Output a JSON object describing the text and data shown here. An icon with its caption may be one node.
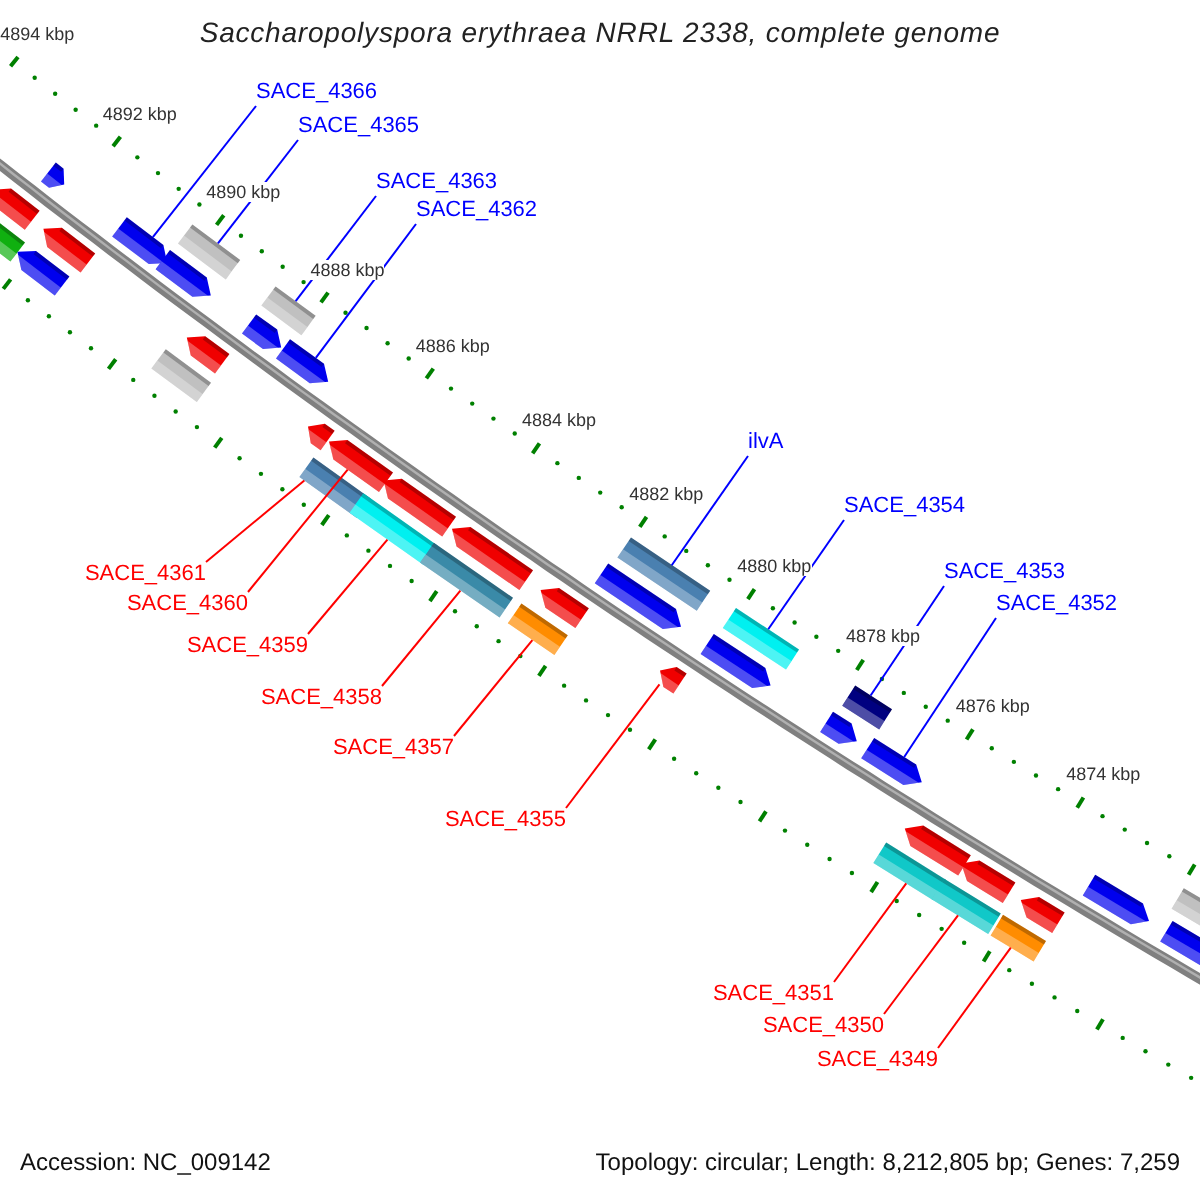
{
  "diagram": {
    "title": "Saccharopolyspora erythraea NRRL 2338, complete genome",
    "nodes": [
      {
        "text": [
          "SACE_4366"
        ]
      },
      {
        "text": [
          "SACE_4365"
        ]
      },
      {
        "text": [
          "SACE_4363"
        ]
      },
      {
        "text": [
          "SACE_4362"
        ]
      },
      {
        "text": [
          "ilvA"
        ]
      },
      {
        "text": [
          "SACE_4354"
        ]
      },
      {
        "text": [
          "SACE_4353"
        ]
      },
      {
        "text": [
          "SACE_4361"
        ]
      },
      {
        "text": [
          "SACE_4352"
        ]
      },
      {
        "text": [
          "SACE_4360"
        ]
      },
      {
        "text": [
          "SACE_4359"
        ]
      },
      {
        "text": [
          "SACE_4358"
        ]
      },
      {
        "text": [
          "SACE_4357"
        ]
      },
      {
        "text": [
          "SACE_4355"
        ]
      },
      {
        "text": [
          "SACE_4351"
        ]
      },
      {
        "text": [
          "SACE_4350"
        ]
      },
      {
        "text": [
          "SACE_4349"
        ]
      },
      {
        "text": [],
        "shape": "bar"
      },
      {
        "text": [],
        "shape": "pentagon"
      },
      {
        "text": [],
        "shape": "pentagon"
      },
      {
        "text": [],
        "shape": "pentagon"
      },
      {
        "text": [],
        "shape": "pentagon"
      },
      {
        "text": [],
        "shape": "pentagon"
      },
      {
        "text": [],
        "shape": "bar"
      },
      {
        "text": [],
        "shape": "pentagon"
      },
      {
        "text": [],
        "shape": "pentagon"
      },
      {
        "text": [],
        "shape": "bar"
      },
      {
        "text": [],
        "shape": "pentagon"
      },
      {
        "text": [],
        "shape": "bar"
      },
      {
        "text": [],
        "shape": "pentagon"
      },
      {
        "text": [],
        "shape": "pentagon"
      },
      {
        "text": [],
        "shape": "bar"
      },
      {
        "text": [],
        "shape": "pentagon"
      },
      {
        "text": [],
        "shape": "bar"
      },
      {
        "text": [],
        "shape": "pentagon"
      },
      {
        "text": [],
        "shape": "bar"
      },
      {
        "text": [],
        "shape": "pentagon"
      },
      {
        "text": [],
        "shape": "bar"
      },
      {
        "text": [],
        "shape": "pentagon"
      },
      {
        "text": [],
        "shape": "pentagon"
      },
      {
        "text": [],
        "shape": "bar"
      },
      {
        "text": [],
        "shape": "pentagon"
      },
      {
        "text": [],
        "shape": "pentagon"
      },
      {
        "text": [],
        "shape": "bar"
      },
      {
        "text": [],
        "shape": "pentagon"
      },
      {
        "text": [],
        "shape": "bar"
      },
      {
        "text": [],
        "shape": "pentagon"
      },
      {
        "text": [],
        "shape": "bar"
      },
      {
        "text": [],
        "shape": "pentagon"
      },
      {
        "text": [],
        "shape": "bar"
      },
      {
        "text": [],
        "shape": "pentagon"
      },
      {
        "text": [],
        "shape": "bar"
      },
      {
        "text": [],
        "shape": "pentagon"
      },
      {
        "text": [],
        "shape": "pentagon"
      },
      {
        "text": [],
        "shape": "pentagon"
      },
      {
        "text": [],
        "shape": "bar"
      }
    ],
    "edges": [
      {
        "from": 0,
        "to": 22,
        "arrow": "none",
        "color": "#0000ff"
      },
      {
        "from": 1,
        "to": 26,
        "arrow": "none",
        "color": "#0000ff"
      },
      {
        "from": 2,
        "to": 28,
        "arrow": "none",
        "color": "#0000ff"
      },
      {
        "from": 3,
        "to": 29,
        "arrow": "none",
        "color": "#0000ff"
      },
      {
        "from": 4,
        "to": 40,
        "arrow": "none",
        "color": "#0000ff"
      },
      {
        "from": 5,
        "to": 43,
        "arrow": "none",
        "color": "#0000ff"
      },
      {
        "from": 6,
        "to": 45,
        "arrow": "none",
        "color": "#0000ff"
      },
      {
        "from": 7,
        "to": 31,
        "arrow": "none"
      },
      {
        "from": 8,
        "to": 46,
        "arrow": "none",
        "color": "#0000ff"
      },
      {
        "from": 9,
        "to": 32,
        "arrow": "none"
      },
      {
        "from": 10,
        "to": 33,
        "arrow": "none"
      },
      {
        "from": 11,
        "to": 35,
        "arrow": "none"
      },
      {
        "from": 12,
        "to": 37,
        "arrow": "none"
      },
      {
        "from": 13,
        "to": 41,
        "arrow": "none"
      },
      {
        "from": 14,
        "to": 47,
        "arrow": "none"
      },
      {
        "from": 15,
        "to": 49,
        "arrow": "none"
      },
      {
        "from": 16,
        "to": 51,
        "arrow": "none"
      }
    ],
    "labels": [
      "4894 kbp",
      "4892 kbp",
      "4890 kbp",
      "4888 kbp",
      "4886 kbp",
      "4884 kbp",
      "4882 kbp",
      "4880 kbp",
      "4878 kbp",
      "4876 kbp",
      "4874 kbp",
      "Accession: NC_009142",
      "Topology: circular; Length: 8,212,805 bp; Genes: 7,259"
    ]
  }
}
